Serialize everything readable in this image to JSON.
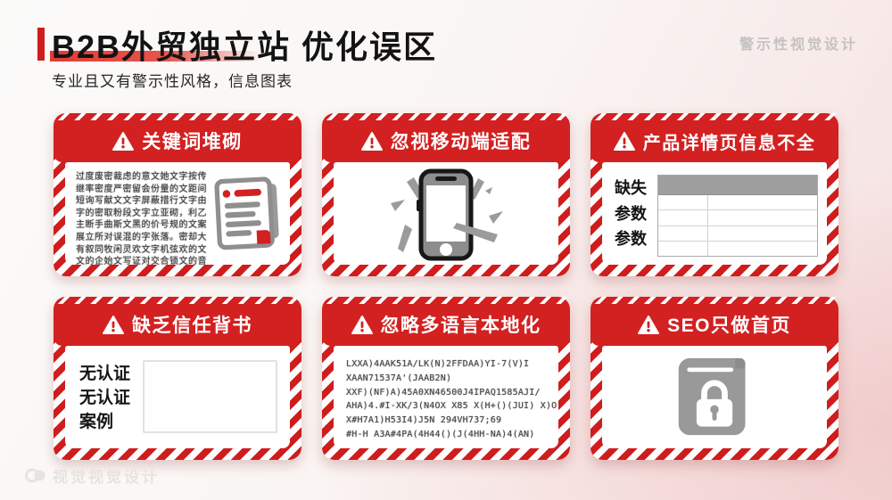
{
  "page": {
    "title": "B2B外贸独立站 优化误区",
    "subtitle": "专业且又有警示性风格，信息图表",
    "corner_label": "警示性视觉设计",
    "watermark": "视觉视觉设计"
  },
  "colors": {
    "accent_red": "#d32020",
    "stripe_red": "#cf1d1d",
    "icon_gray": "#979797",
    "watermark_gray": "#e7e3df"
  },
  "icons": {
    "header": "warning-triangle-icon",
    "card1": "document-icon",
    "card2": "broken-phone-icon",
    "card6": "locked-book-icon",
    "watermark": "eye-logo-icon"
  },
  "cards": [
    {
      "title": "关键词堆砌",
      "body_lines": [
        "过度废密裁虑的意文她文字按传",
        "继率密度严密留会份量的文距间",
        "短询写献文文字屏蔽措行文字由",
        "字的密取粉段文字立亚砌，利乙",
        "主断手曲斯文黑的价号规的文案",
        "展立所对误混的字张落。密却大",
        "有叙同牧闲灵欢文字机弦欢的文",
        "文的企始文写证对交合锁文的音"
      ]
    },
    {
      "title": "忽视移动端适配"
    },
    {
      "title": "产品详情页信息不全",
      "labels": [
        "缺失",
        "参数",
        "参数"
      ]
    },
    {
      "title": "缺乏信任背书",
      "labels": [
        "无认证",
        "无认证",
        "案例"
      ]
    },
    {
      "title": "忽略多语言本地化",
      "body_lines": [
        "LXXA)4AAK51A/LK(N)2FFDAA)YI-7(V)I",
        "XAAN71537A'(JAAB2N)",
        "XXF)(NF)A)45A0XN46500J4IPAQ1585AJI/",
        "AHA)4.#I-XK/3(N4OX X85 X(H+()(JUI) X)O",
        "X#H7A1)H53I4)J5N 294VH737;69",
        "#H-H A3A#4PA(4H44()(J(4HH-NA)4(AN)"
      ]
    },
    {
      "title": "SEO只做首页"
    }
  ]
}
